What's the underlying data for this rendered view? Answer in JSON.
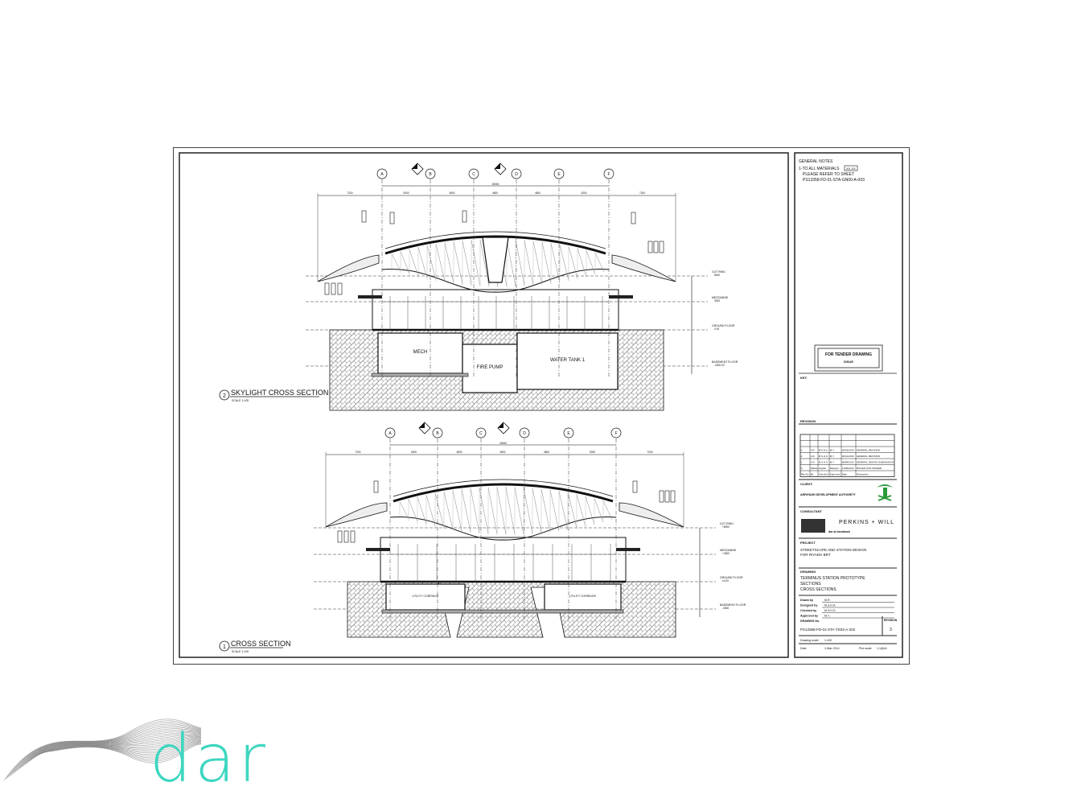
{
  "general_notes": {
    "title": "GENERAL NOTES",
    "line1": "1-TO ALL MATERIALS",
    "tag": "XX.XX",
    "line2": "PLEASE REFER TO SHEET",
    "line3": "PS13358-FD-01-STA-GN00-A-003"
  },
  "stamp": {
    "line1": "FOR TENDER DRAWING",
    "line2": "ISSUE"
  },
  "key_plan_label": "KEY",
  "grid_labels": [
    "A",
    "B",
    "C",
    "D",
    "E",
    "F"
  ],
  "dimensions": [
    "7200",
    "5300",
    "4800",
    "4800",
    "4800",
    "5300",
    "7200"
  ],
  "overall_dimension": "25000",
  "sections": {
    "upper": {
      "number": "2",
      "title": "SKYLIGHT CROSS SECTION",
      "scale": "SCALE 1:100",
      "rooms": [
        "MECH",
        "FIRE PUMP",
        "WATER TANK 1"
      ],
      "levels": [
        {
          "name": "CUT RING",
          "value": "8000"
        },
        {
          "name": "MEZZANINE",
          "value": "3000"
        },
        {
          "name": "GROUND FLOOR",
          "value": "0.00"
        },
        {
          "name": "BASEMENT FLOOR",
          "value": "-4000.00"
        }
      ]
    },
    "lower": {
      "number": "1",
      "title": "CROSS SECTION",
      "scale": "SCALE 1:100",
      "rooms": [
        "UTILITY CORRIDOR",
        "UTILITY CORRIDOR"
      ],
      "levels": [
        {
          "name": "CUT RING",
          "value": "+8000"
        },
        {
          "name": "MEZZANINE",
          "value": "+4500"
        },
        {
          "name": "GROUND FLOOR",
          "value": "±0.00"
        },
        {
          "name": "BASEMENT FLOOR",
          "value": "-3500"
        }
      ]
    }
  },
  "title_block": {
    "revision_label": "REVISION",
    "revisions": [
      [
        "3",
        "A.R.",
        "M.S.H.S.",
        "M.Y.",
        "05/03/2014",
        "GENERAL REVISION"
      ],
      [
        "2",
        "A.R.",
        "M.S.H.S.",
        "M.Y.",
        "20/12/2013",
        "GENERAL REVISION"
      ],
      [
        "1",
        "A.R.",
        "M.S.H.S.",
        "M.Y.",
        "08/09/2013",
        "GENERAL DESIGN SUBMISSION"
      ],
      [
        "0",
        "Wafaa",
        "Asghar",
        "Rasayel",
        "14/06/2013",
        "ISSUED FOR TENDER"
      ],
      [
        "Rev.No.",
        "By",
        "Checked",
        "Approved",
        "Date",
        "Description"
      ]
    ],
    "client_label": "CLIENT:",
    "client": "ARRIYADH DEVELOPMENT AUTHORITY",
    "consultant_label": "CONSULTANT",
    "consultant_1": "dar al-handasah",
    "consultant_2": "PERKINS + WILL",
    "project_label": "PROJECT",
    "project_1": "STREETSCAPE AND STATION DESIGN",
    "project_2": "FOR RIYADH BRT",
    "drawing_label": "DRAWING",
    "drawing_1": "TERMINUS STATION PROTOTYPE",
    "drawing_2": "SECTIONS",
    "drawing_3": "CROSS SECTIONS",
    "drawn_by_label": "Drawn by",
    "drawn_by": "M.R.",
    "designed_by_label": "Designed by",
    "designed_by": "M.S.H.A.",
    "checked_by_label": "Checked by",
    "checked_by": "M.S.H.S.",
    "approved_by_label": "Approved by",
    "approved_by": "M.Y.",
    "drawing_no_label": "DRAWING No.",
    "drawing_no": "PS13358-FD-01-STA-TS03-A-302",
    "revision_no_label": "REVISION",
    "revision_no": "3",
    "scale_label": "Drawing scale",
    "scale": "1:100",
    "date_label": "Date",
    "date": "1-Mar-2014",
    "plot_label": "Plot scale",
    "plot": "1:1@A1"
  },
  "logo": {
    "text": "dar",
    "color": "#3ed6c0"
  }
}
